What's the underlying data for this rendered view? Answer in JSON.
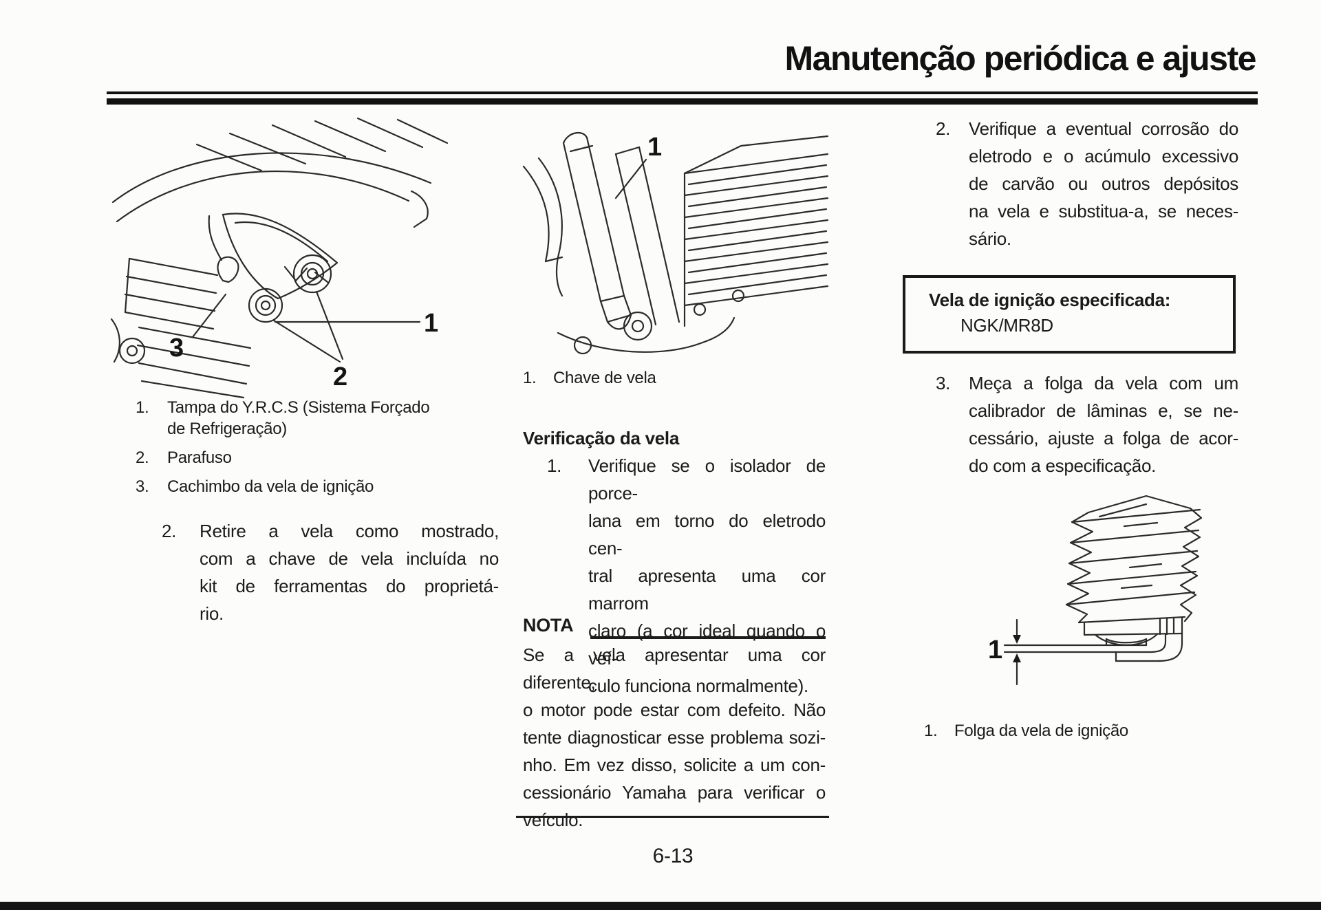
{
  "page": {
    "title": "Manutenção periódica e ajuste",
    "page_number": "6-13"
  },
  "left": {
    "callouts": {
      "one": "1",
      "two": "2",
      "three": "3"
    },
    "legend": [
      {
        "num": "1.",
        "lines": [
          "Tampa do Y.R.C.S (Sistema Forçado",
          "de Refrigeração)"
        ]
      },
      {
        "num": "2.",
        "lines": [
          "Parafuso"
        ]
      },
      {
        "num": "3.",
        "lines": [
          "Cachimbo da vela de ignição"
        ]
      }
    ],
    "step": {
      "num": "2.",
      "lines": [
        "Retire a vela como mostrado,",
        "com a chave de vela incluída no",
        "kit de ferramentas do proprietá-",
        "rio."
      ]
    }
  },
  "middle": {
    "callout": "1",
    "legend": {
      "num": "1.",
      "text": "Chave de vela"
    },
    "heading": "Verificação da vela",
    "step": {
      "num": "1.",
      "lines": [
        "Verifique se o isolador de porce-",
        "lana em torno do eletrodo cen-",
        "tral apresenta uma cor marrom",
        "claro (a cor ideal quando o veí-",
        "culo funciona normalmente)."
      ]
    },
    "note": {
      "label": "NOTA",
      "lines": [
        "Se a vela apresentar uma cor diferente,",
        "o motor pode estar com defeito. Não",
        "tente diagnosticar esse problema sozi-",
        "nho. Em vez disso, solicite a um con-",
        "cessionário Yamaha para verificar o",
        "veículo."
      ]
    }
  },
  "right": {
    "step2": {
      "num": "2.",
      "lines": [
        "Verifique a eventual corrosão do",
        "eletrodo e o acúmulo excessivo",
        "de carvão ou outros depósitos",
        "na vela e substitua-a, se neces-",
        "sário."
      ]
    },
    "spec_box": {
      "title": "Vela de ignição especificada:",
      "value": "NGK/MR8D"
    },
    "step3": {
      "num": "3.",
      "lines": [
        "Meça a folga da vela com um",
        "calibrador de lâminas e, se ne-",
        "cessário, ajuste a folga de acor-",
        "do com a especificação."
      ]
    },
    "callout": "1",
    "legend": {
      "num": "1.",
      "text": "Folga da vela de ignição"
    }
  }
}
